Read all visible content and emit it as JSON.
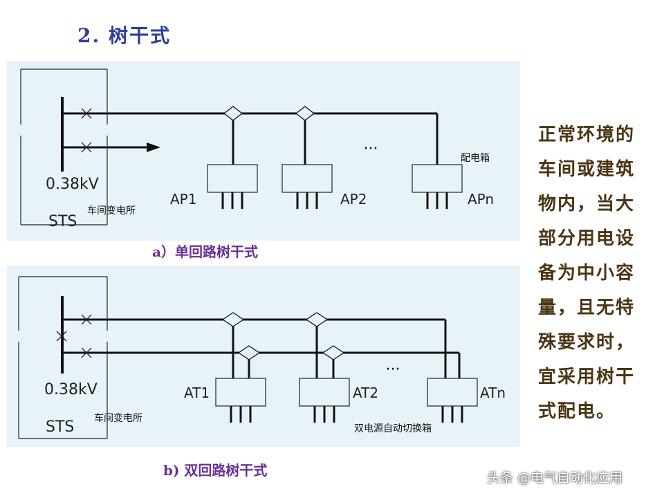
{
  "title": "2.  树干式",
  "diagram_a": {
    "caption": "a）单回路树干式",
    "voltage": "0.38kV",
    "source": "STS",
    "source_desc": "车间变电所",
    "boxes": [
      "AP1",
      "AP2",
      "APn"
    ],
    "box_desc": "配电箱",
    "ellipsis": "···"
  },
  "diagram_b": {
    "caption": "b) 双回路树干式",
    "voltage": "0.38kV",
    "source": "STS",
    "source_desc": "车间变电所",
    "boxes": [
      "AT1",
      "AT2",
      "ATn"
    ],
    "box_desc": "双电源自动切换箱",
    "ellipsis": "···"
  },
  "sidebar_text": "正常环境的\n车间或建筑\n物内，当大\n部分用电设\n备为中小容\n量，且无特\n殊要求时，\n宜采用树干\n式配电。",
  "watermark": "头条 @电气自动化应用",
  "colors": {
    "title": "#2f3f9a",
    "caption": "#6a2f96",
    "panel": "#e7f3f9",
    "sidebar": "#4a3512"
  }
}
